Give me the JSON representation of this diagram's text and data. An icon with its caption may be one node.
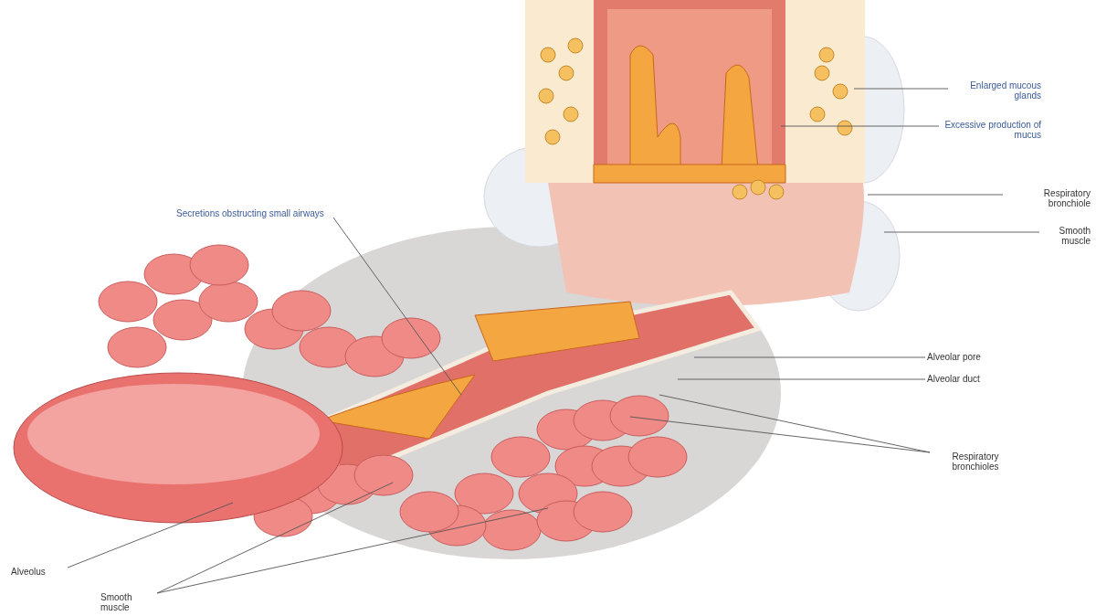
{
  "diagram": {
    "nodes": [
      {
        "text": [
          "Enlarged mucous glands"
        ]
      },
      {
        "text": [
          "Excessive production of mucus"
        ]
      },
      {
        "text": [
          "Respiratory bronchiole"
        ]
      },
      {
        "text": [
          "Secretions obstructing small airways"
        ]
      },
      {
        "text": [
          "Smooth muscle"
        ]
      },
      {
        "text": [
          "Alveolar pore"
        ]
      },
      {
        "text": [
          "Alveolar duct"
        ]
      },
      {
        "text": [
          "Respiratory bronchioles"
        ]
      },
      {
        "text": [
          "Alveolus"
        ]
      },
      {
        "text": [
          "Smooth muscle"
        ]
      }
    ],
    "edges": [
      {
        "from": 0,
        "to": null,
        "arrow": "none"
      },
      {
        "from": 1,
        "to": null,
        "arrow": "none"
      },
      {
        "from": 2,
        "to": null,
        "arrow": "none"
      },
      {
        "from": 3,
        "to": null,
        "arrow": "none"
      },
      {
        "from": 4,
        "to": null,
        "arrow": "none"
      },
      {
        "from": 5,
        "to": null,
        "arrow": "none"
      },
      {
        "from": 6,
        "to": null,
        "arrow": "none"
      },
      {
        "from": 7,
        "to": null,
        "arrow": "none"
      },
      {
        "from": 7,
        "to": null,
        "arrow": "none"
      },
      {
        "from": 8,
        "to": null,
        "arrow": "none"
      },
      {
        "from": 9,
        "to": null,
        "arrow": "none"
      },
      {
        "from": 9,
        "to": null,
        "arrow": "none"
      }
    ]
  }
}
